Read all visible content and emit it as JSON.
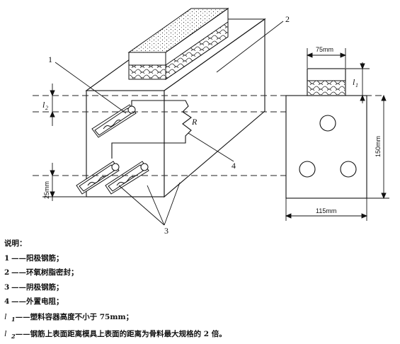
{
  "labels": {
    "part1": "1",
    "part2": "2",
    "part3": "3",
    "part4": "4",
    "resistor": "R",
    "l1": "l",
    "l1_sub": "1",
    "l2": "l",
    "l2_sub": "2"
  },
  "dimensions": {
    "top_width": "75mm",
    "height": "150mm",
    "bottom_width": "115mm",
    "side_height": "25mm"
  },
  "legend": {
    "title": "说明：",
    "items": [
      {
        "key": "1",
        "dash": "——",
        "text": "阳极钢筋；"
      },
      {
        "key": "2",
        "dash": "——",
        "text": "环氧树脂密封；"
      },
      {
        "key": "3",
        "dash": "——",
        "text": "阴极钢筋；"
      },
      {
        "key": "4",
        "dash": "——",
        "text": "外置电阻；"
      },
      {
        "key": "l",
        "sub": "1",
        "dash": "——",
        "text": "塑料容器高度不小于 75mm；"
      },
      {
        "key": "l",
        "sub": "2",
        "dash": "——",
        "text": "钢筋上表面距离模具上表面的距离为骨料最大规格的 2 倍。"
      }
    ]
  }
}
